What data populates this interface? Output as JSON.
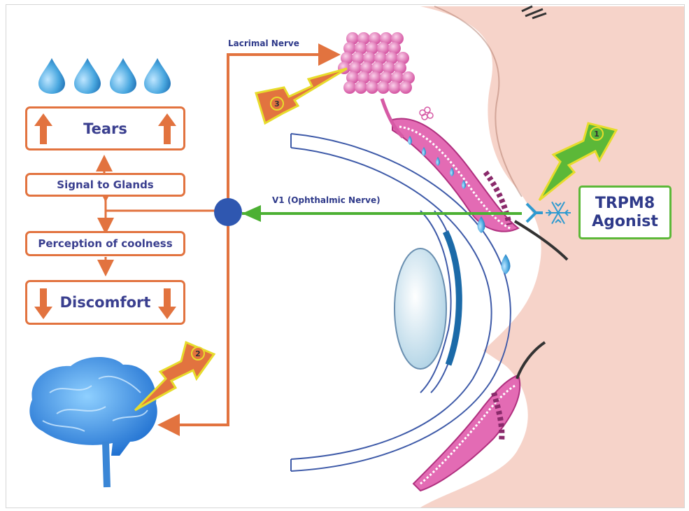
{
  "flow": {
    "tears": "Tears",
    "signal": "Signal to Glands",
    "perception": "Perception of coolness",
    "discomfort": "Discomfort"
  },
  "labels": {
    "lacrimal_nerve": "Lacrimal Nerve",
    "ophthalmic_nerve": "V1 (Ophthalmic Nerve)"
  },
  "agonist": {
    "line1": "TRPM8",
    "line2": "Agonist"
  },
  "bolts": [
    "1",
    "2",
    "3"
  ],
  "colors": {
    "flow_orange": "#e2733f",
    "label_blue": "#2f3a8a",
    "nerve_green": "#4cb033",
    "node_blue": "#2f57b0",
    "gland_pink": "#e36bb4",
    "skin": "#f6d3c9",
    "eye_outline": "#3e5aa8",
    "drop_blue": "#3d9fd6"
  },
  "icons": [
    "tear-drop-icon",
    "brain-icon",
    "lightning-bolt-icon",
    "snowflake-icon",
    "receptor-icon"
  ]
}
